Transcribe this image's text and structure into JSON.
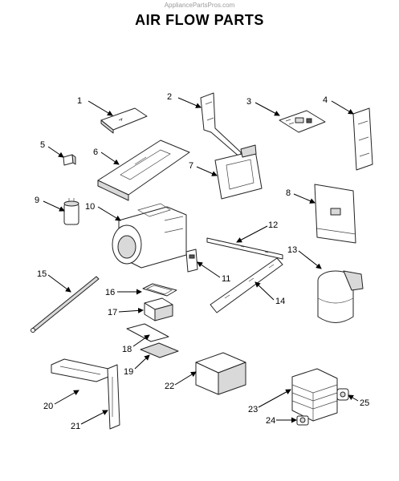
{
  "header": {
    "watermark": "AppliancePartsPros.com",
    "title": "AIR FLOW PARTS"
  },
  "callouts": [
    "1",
    "2",
    "3",
    "4",
    "5",
    "6",
    "7",
    "8",
    "9",
    "10",
    "11",
    "12",
    "13",
    "14",
    "15",
    "16",
    "17",
    "18",
    "19",
    "20",
    "21",
    "22",
    "23",
    "24",
    "25"
  ]
}
